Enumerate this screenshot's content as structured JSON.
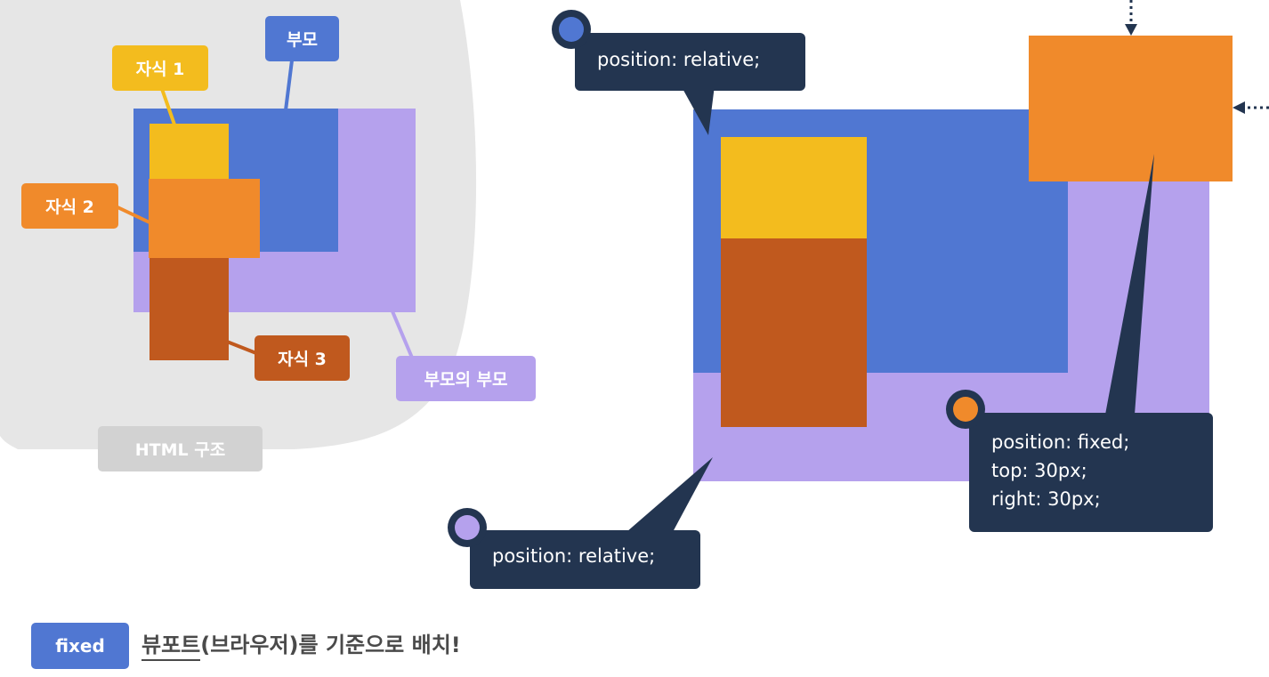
{
  "colors": {
    "grandparent": "#b5a1ed",
    "parent": "#5077d2",
    "child1": "#f3bc1e",
    "child2": "#f08a2b",
    "child3": "#c0591e",
    "dark": "#233550",
    "bg_gray": "#e6e6e6",
    "label_gray": "#d2d2d2"
  },
  "left_diagram": {
    "labels": {
      "parent": "부모",
      "child1": "자식 1",
      "child2": "자식 2",
      "child3": "자식 3",
      "grandparent": "부모의 부모"
    },
    "caption": "HTML 구조"
  },
  "right_diagram": {
    "callout_parent": "position: relative;",
    "callout_grandparent": "position: relative;",
    "callout_fixed": [
      "position: fixed;",
      "top: 30px;",
      "right: 30px;"
    ]
  },
  "footer": {
    "badge": "fixed",
    "underlined": "뷰포트",
    "rest": "(브라우저)를 기준으로 배치!"
  }
}
